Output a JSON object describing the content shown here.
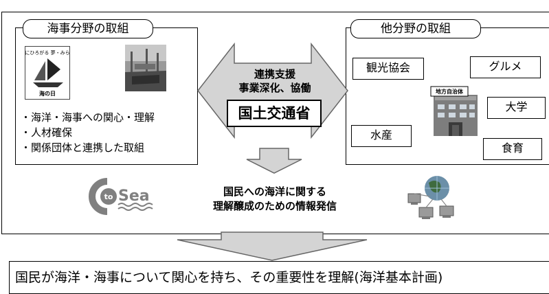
{
  "left_panel": {
    "title": "海事分野の取組",
    "bullets": [
      "・海洋・海事への関心・理解",
      "・人材確保",
      "・関係団体と連携した取組"
    ],
    "logo_umi_no_hi": {
      "arc_text": "海にひろがる 夢・みらい",
      "label": "海の日"
    },
    "logo_ctosea": {
      "c": "C",
      "to": "to",
      "sea": "Sea"
    }
  },
  "right_panel": {
    "title": "他分野の取組",
    "tags": [
      "観光協会",
      "グルメ",
      "大学",
      "水産",
      "食育"
    ],
    "building_sign": "地方自治体"
  },
  "center": {
    "lines": [
      "連携支援",
      "事業深化、協働"
    ],
    "ministry": "国土交通省",
    "info_lines": [
      "国民への海洋に関する",
      "理解醸成のための情報発信"
    ]
  },
  "bottom": {
    "text": "国民が海洋・海事について関心を持ち、その重要性を理解(海洋基本計画)"
  },
  "colors": {
    "arrow_fill": "#d4d4d4",
    "arrow_stroke": "#666666",
    "ctosea_gray": "#808080"
  }
}
